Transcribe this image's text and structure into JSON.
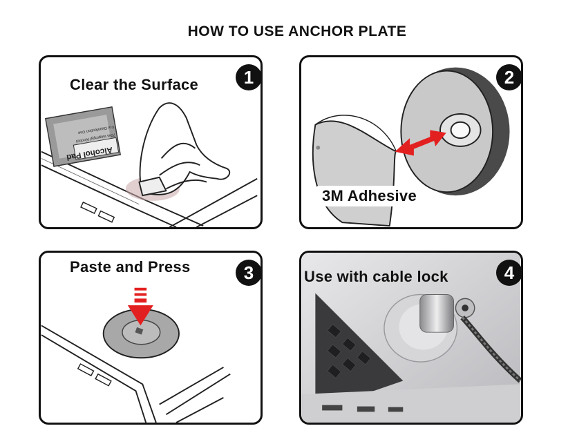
{
  "title": "HOW TO USE ANCHOR PLATE",
  "steps": [
    {
      "number": "1",
      "label": "Clear the Surface",
      "pad_text": "Alcohol Pad",
      "pad_small_1": "70% Isopropyl Alcohol",
      "pad_small_2": "For Disinfection Use"
    },
    {
      "number": "2",
      "label": "3M Adhesive"
    },
    {
      "number": "3",
      "label": "Paste and Press"
    },
    {
      "number": "4",
      "label": "Use with cable lock"
    }
  ]
}
